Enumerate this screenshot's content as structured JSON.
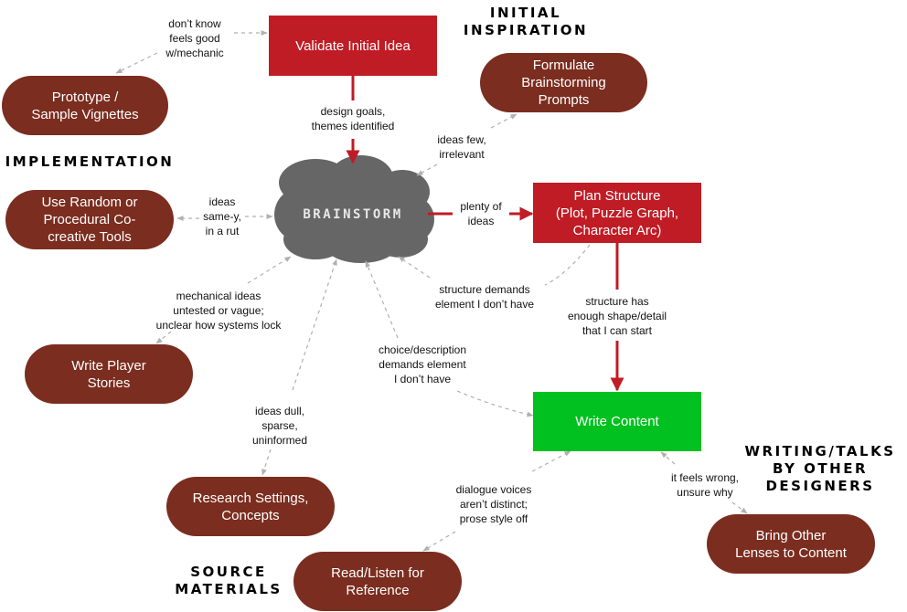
{
  "colors": {
    "process_pill": "#7b2d1f",
    "core_step": "#c01c25",
    "goal_step": "#00c11f",
    "cloud": "#666666",
    "main_arrow": "#c01c25",
    "feedback_arrow": "#b0b0b0"
  },
  "sections": {
    "initial_inspiration": "INITIAL\nINSPIRATION",
    "implementation": "IMPLEMENTATION",
    "source_materials": "SOURCE\nMATERIALS",
    "writing_talks": "WRITING/TALKS\nBY OTHER\nDESIGNERS"
  },
  "nodes": {
    "validate": "Validate Initial Idea",
    "prototype": "Prototype /\nSample Vignettes",
    "formulate": "Formulate\nBrainstorming\nPrompts",
    "random_tools": "Use Random or\nProcedural Co-\ncreative Tools",
    "brainstorm": "BRAINSTORM",
    "plan": "Plan Structure\n(Plot, Puzzle Graph,\nCharacter Arc)",
    "player_stories": "Write Player\nStories",
    "write_content": "Write Content",
    "research": "Research Settings,\nConcepts",
    "read_listen": "Read/Listen for\nReference",
    "other_lenses": "Bring Other\nLenses to Content"
  },
  "edge_labels": {
    "dont_know": "don’t know\nfeels good\nw/mechanic",
    "design_goals": "design goals,\nthemes identified",
    "ideas_few": "ideas few,\nirrelevant",
    "same_y": "ideas\nsame-y,\nin a rut",
    "plenty": "plenty of\nideas",
    "structure_demands": "structure demands\nelement I don’t have",
    "mechanical": "mechanical ideas\nuntested or vague;\nunclear how systems lock",
    "structure_has": "structure has\nenough shape/detail\nthat I can start",
    "choice_desc": "choice/description\ndemands element\nI don’t have",
    "ideas_dull": "ideas dull,\nsparse,\nuninformed",
    "dialogue": "dialogue voices\naren’t distinct;\nprose style off",
    "feels_wrong": "it feels wrong,\nunsure why"
  }
}
